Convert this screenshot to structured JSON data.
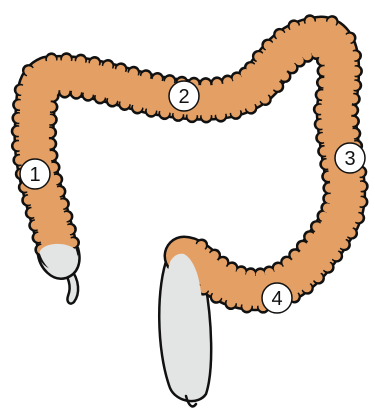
{
  "diagram": {
    "colors": {
      "colon": "#E4A064",
      "outline": "#111111",
      "pale_segment": "#E3E4E4",
      "marker_fill": "#FFFFFF",
      "background": "#FFFFFF"
    },
    "markers": [
      {
        "id": "m1",
        "label": "1"
      },
      {
        "id": "m2",
        "label": "2"
      },
      {
        "id": "m3",
        "label": "3"
      },
      {
        "id": "m4",
        "label": "4"
      }
    ]
  }
}
